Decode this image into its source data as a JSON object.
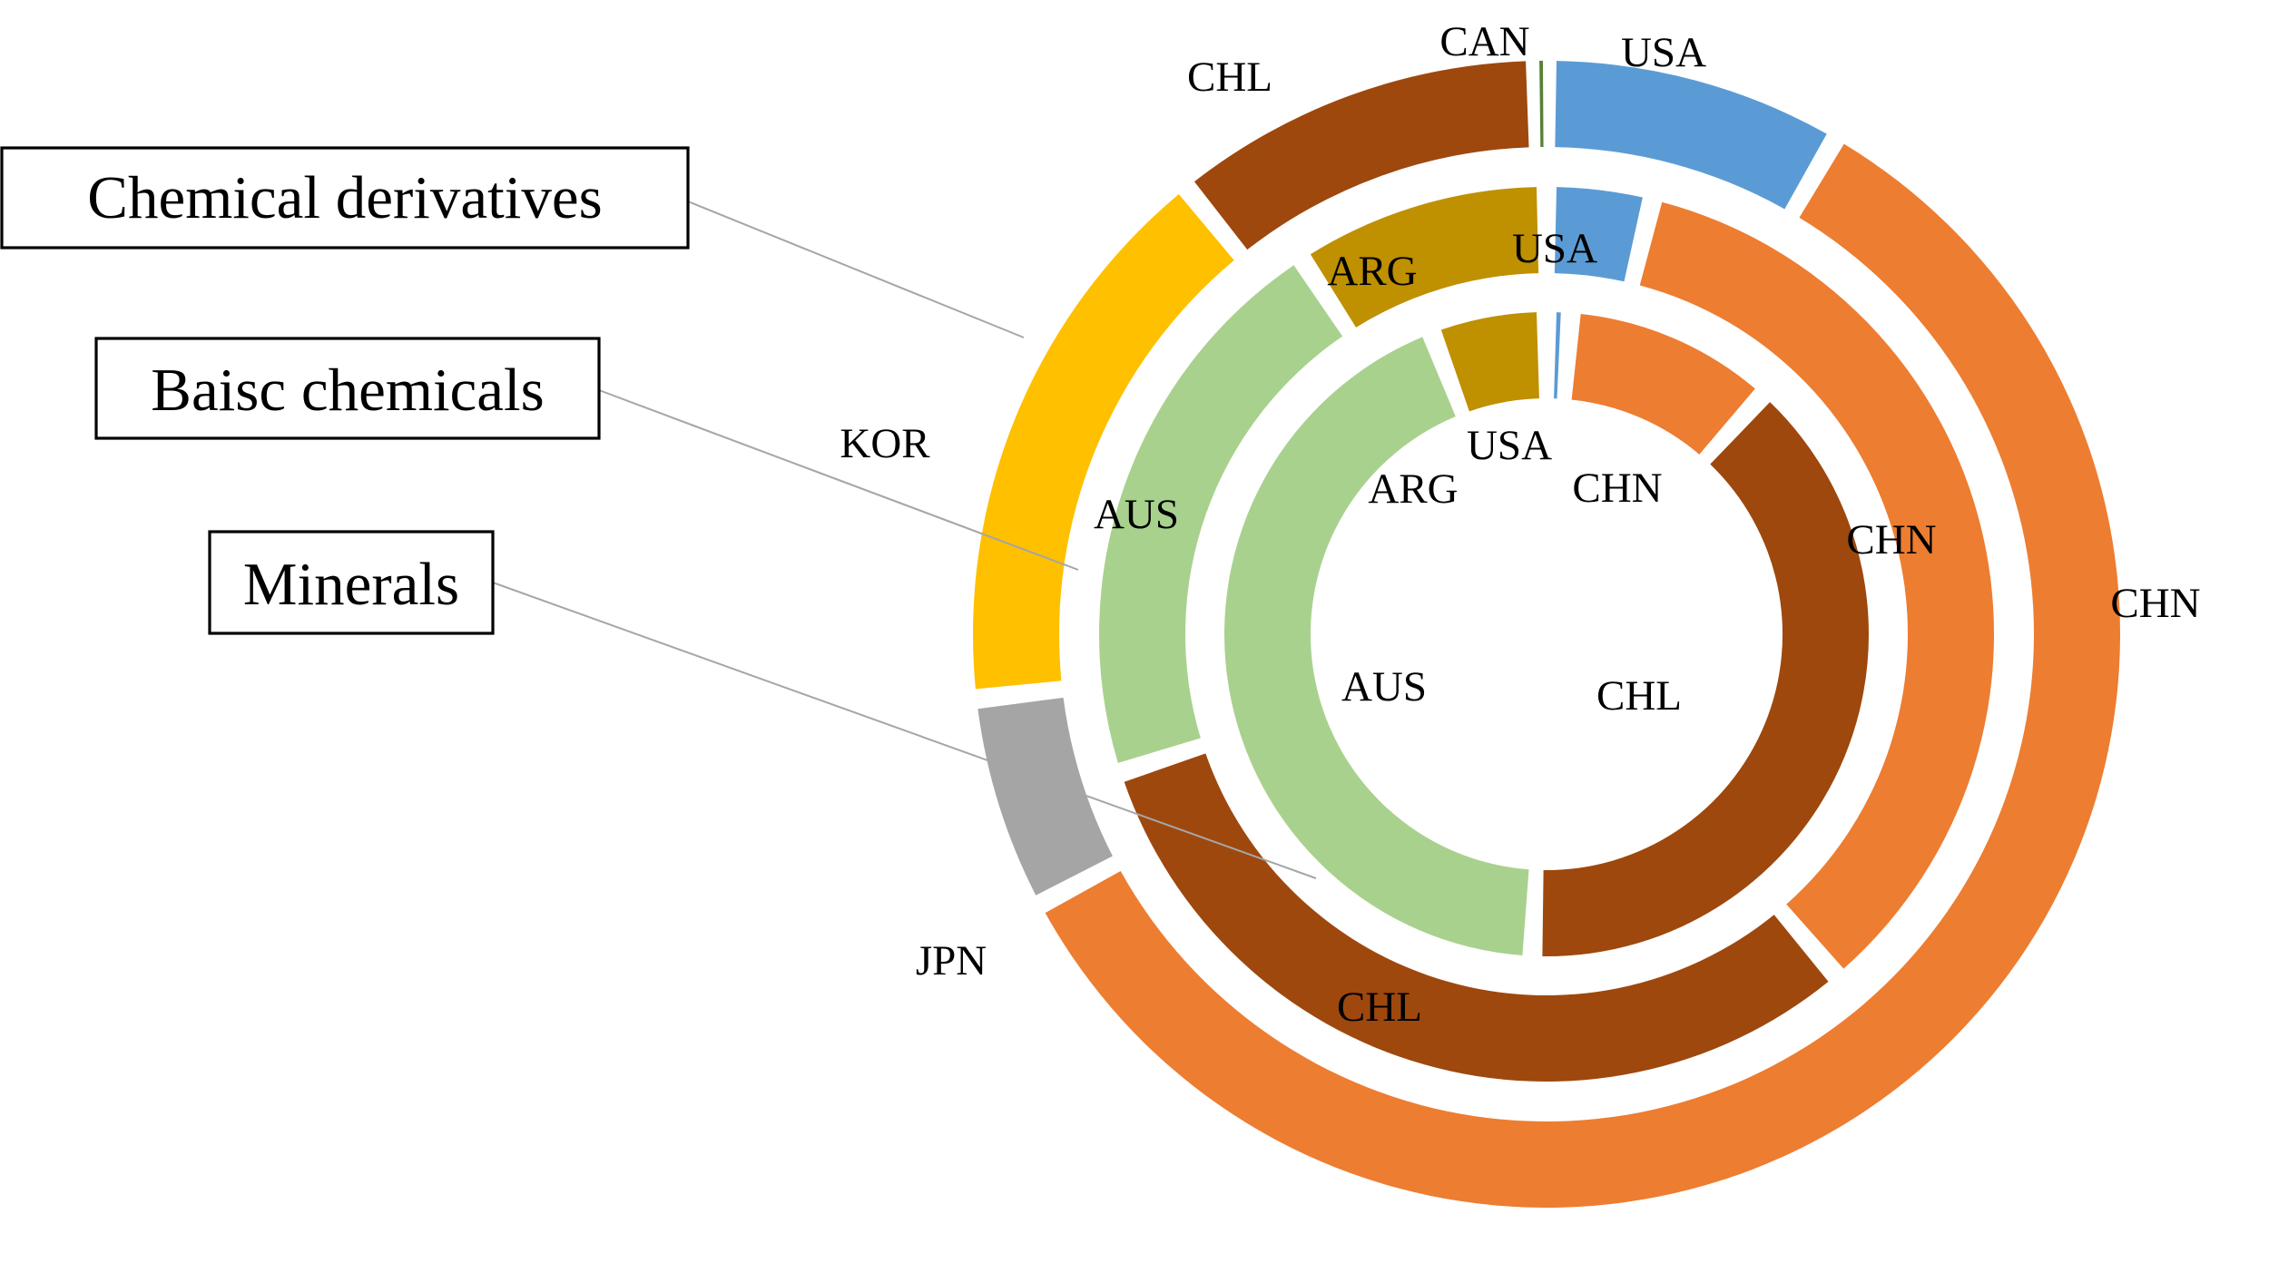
{
  "chart_data": {
    "type": "multi-level doughnut",
    "rings": [
      {
        "name": "Minerals",
        "segments": [
          {
            "label": "USA",
            "value": 1.2,
            "color": "#5b9bd5"
          },
          {
            "label": "CHN",
            "value": 10.5,
            "color": "#ed7d31"
          },
          {
            "label": "CHL",
            "value": 39.0,
            "color": "#9e480e"
          },
          {
            "label": "AUS",
            "value": 43.5,
            "color": "#a9d18e"
          },
          {
            "label": "ARG",
            "value": 5.8,
            "color": "#bf9000"
          }
        ]
      },
      {
        "name": "Baisc chemicals",
        "segments": [
          {
            "label": "USA",
            "value": 3.8,
            "color": "#5b9bd5"
          },
          {
            "label": "CHN",
            "value": 35.0,
            "color": "#ed7d31"
          },
          {
            "label": "CHL",
            "value": 31.2,
            "color": "#9e480e"
          },
          {
            "label": "AUS",
            "value": 20.8,
            "color": "#a9d18e"
          },
          {
            "label": "ARG",
            "value": 9.2,
            "color": "#bf9000"
          }
        ]
      },
      {
        "name": "Chemical derivatives",
        "segments": [
          {
            "label": "USA",
            "value": 8.4,
            "color": "#5b9bd5"
          },
          {
            "label": "CHN",
            "value": 58.8,
            "color": "#ed7d31"
          },
          {
            "label": "JPN",
            "value": 6.0,
            "color": "#a5a5a5"
          },
          {
            "label": "KOR",
            "value": 16.0,
            "color": "#ffc000"
          },
          {
            "label": "CHL",
            "value": 10.5,
            "color": "#9e480e"
          },
          {
            "label": "CAN",
            "value": 0.3,
            "color": "#548235"
          }
        ]
      }
    ],
    "legend": [
      {
        "text": "Chemical derivatives",
        "ring": "Chemical derivatives"
      },
      {
        "text": "Baisc chemicals",
        "ring": "Baisc chemicals"
      },
      {
        "text": "Minerals",
        "ring": "Minerals"
      }
    ],
    "title": "",
    "legend_placement": "left"
  }
}
